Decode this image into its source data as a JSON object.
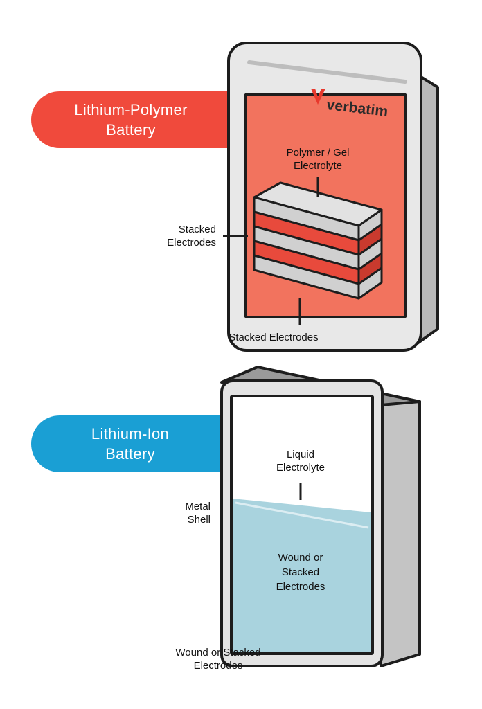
{
  "colors": {
    "polymer_accent": "#f04a3c",
    "ion_accent": "#1a9fd4",
    "polymer_window": "#f2735e",
    "electrode_red": "#e84a3c",
    "electrode_gray": "#d0d0d0",
    "liquid": "#a9d3de",
    "shell": "#e8e8e8",
    "outline": "#1d1d1d"
  },
  "polymer": {
    "title_line1": "Lithium-Polymer",
    "title_line2": "Battery",
    "brand": "verbatim",
    "brand_logo_icon": "v-chevron-logo",
    "electrolyte_line1": "Polymer / Gel",
    "electrolyte_line2": "Electrolyte",
    "stack_line1": "Stacked",
    "stack_line2": "Electrodes",
    "bottom_label": "Stacked Electrodes"
  },
  "ion": {
    "title_line1": "Lithium-Ion",
    "title_line2": "Battery",
    "electrolyte_line1": "Liquid",
    "electrolyte_line2": "Electrolyte",
    "shell_line1": "Metal",
    "shell_line2": "Shell",
    "inner_line1": "Wound or",
    "inner_line2": "Stacked",
    "inner_line3": "Electrodes",
    "bottom_line1": "Wound or Stacked",
    "bottom_line2": "Electrodes"
  }
}
